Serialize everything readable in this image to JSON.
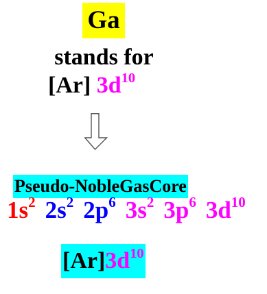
{
  "element": {
    "symbol": "Ga",
    "highlight_color": "#ffff00"
  },
  "caption": {
    "stands_for": "stands for"
  },
  "short_config": {
    "prefix": "[Ar]",
    "orbital": "3d",
    "exponent": "10",
    "orbital_color": "#ff00ff"
  },
  "arrow": {
    "icon": "down-arrow-icon"
  },
  "core": {
    "label": "Pseudo-NobleGasCore",
    "highlight_color": "#00ffff"
  },
  "full_config": [
    {
      "orbital": "1s",
      "exponent": "2",
      "color": "#ff0000"
    },
    {
      "orbital": "2s",
      "exponent": "2",
      "color": "#0000ff"
    },
    {
      "orbital": "2p",
      "exponent": "6",
      "color": "#0000ff"
    },
    {
      "orbital": "3s",
      "exponent": "2",
      "color": "#ff00ff"
    },
    {
      "orbital": "3p",
      "exponent": "6",
      "color": "#ff00ff"
    },
    {
      "orbital": "3d",
      "exponent": "10",
      "color": "#ff00ff"
    }
  ],
  "core_notation": {
    "prefix": "[Ar]",
    "orbital": "3d",
    "exponent": "10",
    "orbital_color": "#ff00ff",
    "highlight_color": "#00ffff"
  }
}
